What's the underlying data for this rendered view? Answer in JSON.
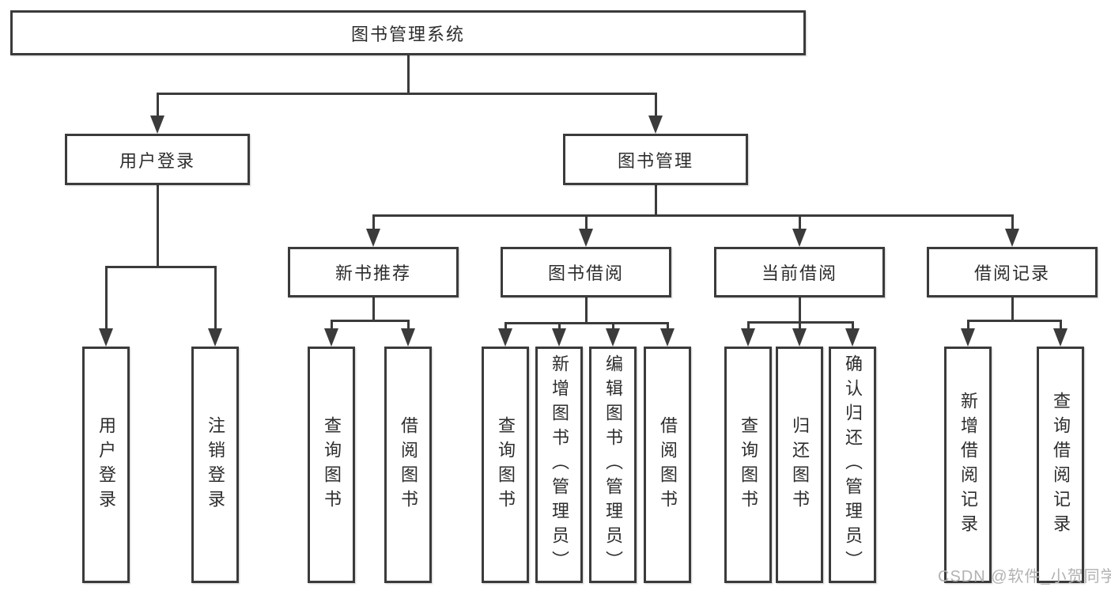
{
  "diagram": {
    "type": "tree",
    "title": "图书管理系统",
    "structure": [
      {
        "label": "图书管理系统",
        "children": [
          {
            "label": "用户登录",
            "children": [
              {
                "label": "用户登录"
              },
              {
                "label": "注销登录"
              }
            ]
          },
          {
            "label": "图书管理",
            "children": [
              {
                "label": "新书推荐",
                "children": [
                  {
                    "label": "查询图书"
                  },
                  {
                    "label": "借阅图书"
                  }
                ]
              },
              {
                "label": "图书借阅",
                "children": [
                  {
                    "label": "查询图书"
                  },
                  {
                    "label": "新增图书（管理员）"
                  },
                  {
                    "label": "编辑图书（管理员）"
                  },
                  {
                    "label": "借阅图书"
                  }
                ]
              },
              {
                "label": "当前借阅",
                "children": [
                  {
                    "label": "查询图书"
                  },
                  {
                    "label": "归还图书"
                  },
                  {
                    "label": "确认归还（管理员）"
                  }
                ]
              },
              {
                "label": "借阅记录",
                "children": [
                  {
                    "label": "新增借阅记录"
                  },
                  {
                    "label": "查询借阅记录"
                  }
                ]
              }
            ]
          }
        ]
      }
    ],
    "colors": {
      "line": "#3b3b3b",
      "text": "#2d2d2d",
      "background": "#ffffff",
      "watermark": "#b2b2b2"
    }
  },
  "labels": {
    "root": "图书管理系统",
    "user_login": "用户登录",
    "book_mgmt": "图书管理",
    "new_book_rec": "新书推荐",
    "book_borrow": "图书借阅",
    "current_borrow": "当前借阅",
    "borrow_records": "借阅记录",
    "ul1": "用户登录",
    "ul2": "注销登录",
    "nb1": "查询图书",
    "nb2": "借阅图书",
    "bb1": "查询图书",
    "bb2": "新增图书（管理员）",
    "bb3": "编辑图书（管理员）",
    "bb4": "借阅图书",
    "cb1": "查询图书",
    "cb2": "归还图书",
    "cb3": "确认归还（管理员）",
    "br1": "新增借阅记录",
    "br2": "查询借阅记录"
  },
  "watermark": {
    "text": "CSDN @软件_小贺同学"
  }
}
